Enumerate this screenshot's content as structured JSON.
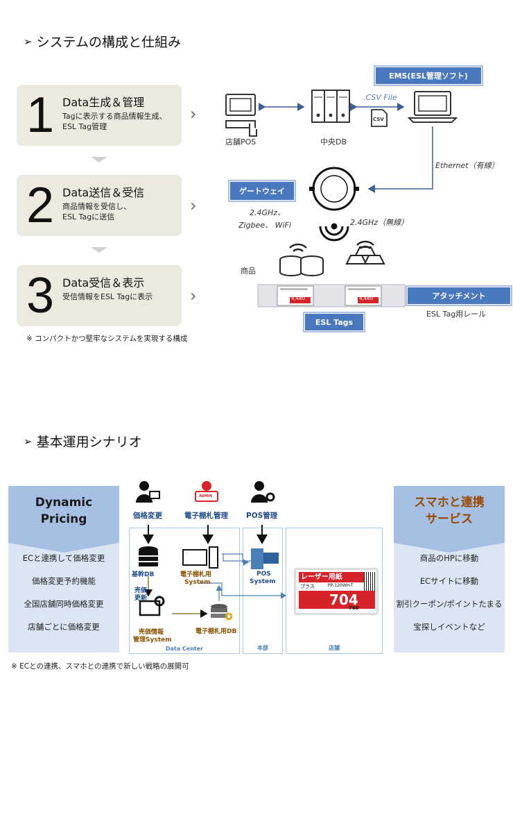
{
  "section1": {
    "title": "システムの構成と仕組み",
    "steps": [
      {
        "number": "1",
        "title": "Data生成＆管理",
        "desc": "Tagに表示する商品情報生成、\nESL Tag管理"
      },
      {
        "number": "2",
        "title": "Data送信＆受信",
        "desc": "商品情報を受信し、\nESL Tagに送信"
      },
      {
        "number": "3",
        "title": "Data受信＆表示",
        "desc": "受信情報をESL Tagに表示"
      }
    ],
    "note": "※ コンパクトかつ堅牢なシステムを実現する構成",
    "diagram": {
      "ems_label": "EMS(ESL管理ソフト)",
      "csv_file_label": ".CSV File",
      "csv_icon_text": "CSV",
      "store_pos_label": "店舗POS",
      "central_db_label": "中央DB",
      "ethernet_label": "Ethernet（有線）",
      "gateway_label": "ゲートウェイ",
      "gateway_spec_line1": "2.4GHz、",
      "gateway_spec_line2": "Zigbee、 WiFi",
      "wireless_label": "2.4GHz（無線）",
      "product_label": "商品",
      "tag_price": "4,480",
      "attachment_label": "アタッチメント",
      "rail_label": "ESL Tag用レール",
      "esl_tags_label": "ESL Tags"
    }
  },
  "section2": {
    "title": "基本運用シナリオ",
    "left_panel": {
      "title_line1": "Dynamic",
      "title_line2": "Pricing",
      "items": [
        "ECと連携して価格変更",
        "価格変更予約機能",
        "全国店舗同時価格変更",
        "店舗ごとに価格変更"
      ]
    },
    "right_panel": {
      "title_line1": "スマホと連携",
      "title_line2": "サービス",
      "items": [
        "商品のHPに移動",
        "ECサイトに移動",
        "割引クーポン/ポイントたまる",
        "宝探しイベントなど"
      ]
    },
    "roles": {
      "price_change": "価格変更",
      "esl_admin": "電子棚札管理",
      "pos_admin": "POS管理",
      "admin_badge": "ADMIN"
    },
    "nodes": {
      "core_db": "基幹DB",
      "sales_done_line1": "売価",
      "sales_done_line2": "更新",
      "esl_system_line1": "電子棚札用",
      "esl_system_line2": "System",
      "pos_system_line1": "POS",
      "pos_system_line2": "System",
      "sales_mgmt_line1": "売価情報",
      "sales_mgmt_line2": "管理System",
      "esl_db": "電子棚札用DB"
    },
    "zones": {
      "data_center": "Data Center",
      "head_office": "本部",
      "store": "店舗"
    },
    "tag": {
      "product": "レーザー用紙",
      "brand": "プラス",
      "code": "PP-120WH-T",
      "price": "704",
      "sub_price": "760"
    },
    "note": "※ ECとの連携、スマホとの連携で新しい戦略の展開可"
  },
  "colors": {
    "accent_blue": "#4a78bf",
    "panel_blue": "#dbe5f3",
    "step_bg": "#ece9df",
    "brand_brown": "#9a4a00",
    "tag_red": "#d6232a"
  }
}
